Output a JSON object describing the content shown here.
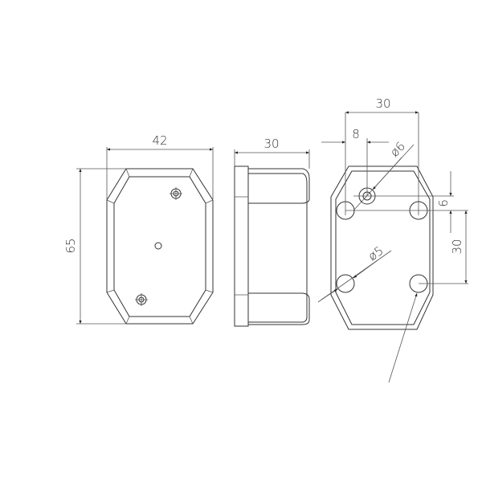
{
  "drawing": {
    "front_view": {
      "width_label": "42",
      "height_label": "65"
    },
    "side_view": {
      "depth_label": "30"
    },
    "rear_view": {
      "hole_spacing_horizontal": "30",
      "offset_label": "8",
      "center_hole_diameter": "ø6",
      "vertical_offset": "6",
      "hole_spacing_vertical": "30",
      "mount_hole_diameter": "ø5"
    }
  }
}
